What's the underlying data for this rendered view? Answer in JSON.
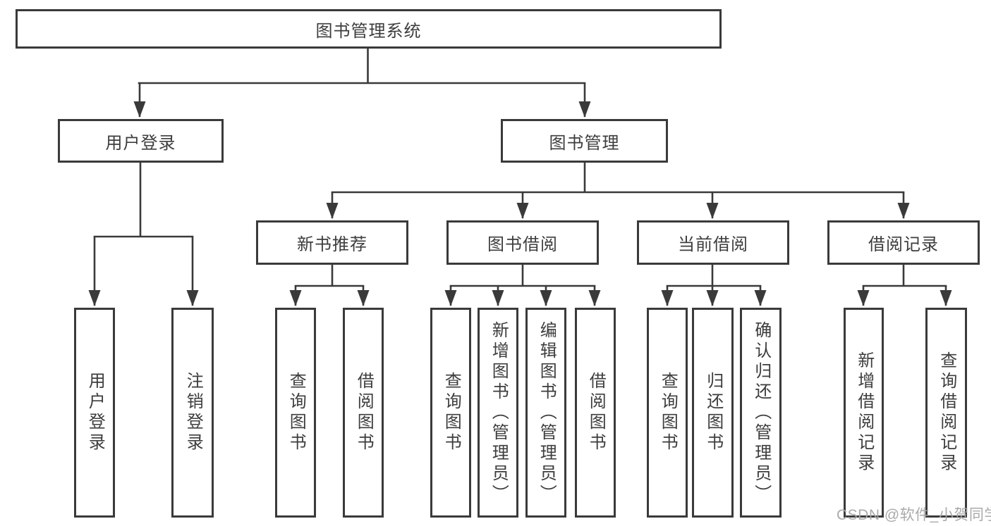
{
  "diagram": {
    "title": "图书管理系统",
    "type": "hierarchy-tree",
    "colors": {
      "line": "#3a3a3a",
      "box_border": "#3a3a3a",
      "text": "#3d3d3d",
      "background": "#ffffff",
      "watermark": "#a5a5a5"
    },
    "watermark": "CSDN @软件_小贺同学"
  },
  "tree": {
    "label": "图书管理系统",
    "children": [
      {
        "label": "用户登录",
        "children": [
          {
            "label": "用户登录"
          },
          {
            "label": "注销登录"
          }
        ]
      },
      {
        "label": "图书管理",
        "children": [
          {
            "label": "新书推荐",
            "children": [
              {
                "label": "查询图书"
              },
              {
                "label": "借阅图书"
              }
            ]
          },
          {
            "label": "图书借阅",
            "children": [
              {
                "label": "查询图书"
              },
              {
                "label": "新增图书（管理员）"
              },
              {
                "label": "编辑图书（管理员）"
              },
              {
                "label": "借阅图书"
              }
            ]
          },
          {
            "label": "当前借阅",
            "children": [
              {
                "label": "查询图书"
              },
              {
                "label": "归还图书"
              },
              {
                "label": "确认归还（管理员）"
              }
            ]
          },
          {
            "label": "借阅记录",
            "children": [
              {
                "label": "新增借阅记录"
              },
              {
                "label": "查询借阅记录"
              }
            ]
          }
        ]
      }
    ]
  }
}
